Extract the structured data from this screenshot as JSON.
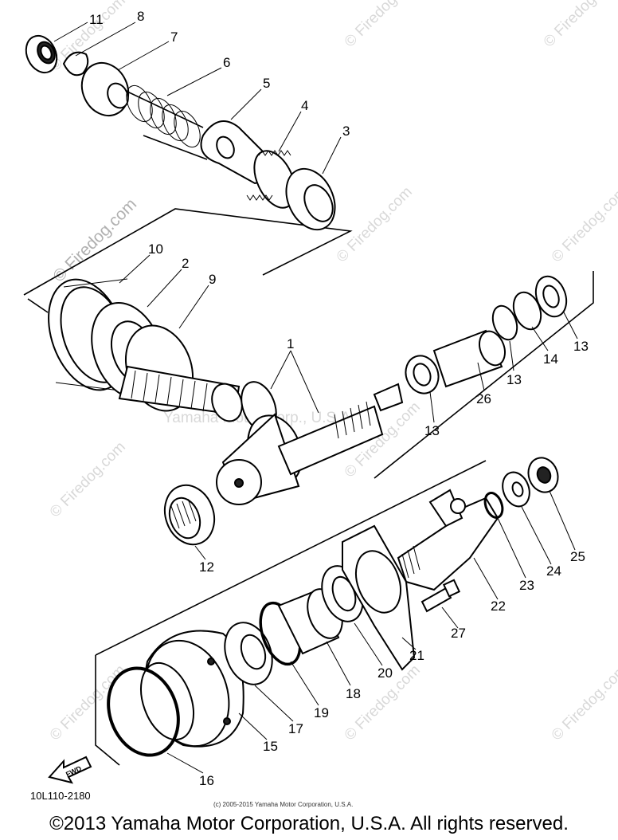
{
  "diagram": {
    "part_code": "10L110-2180",
    "small_credit": "(c) 2005-2015 Yamaha Motor Corporation, U.S.A.",
    "copyright": "©2013 Yamaha Motor Corporation, U.S.A. All rights reserved.",
    "watermark_text": "© Firedog.com",
    "watermark_tm": "Yamaha Motor Corp., U.S.A.",
    "fwd_label": "FWD",
    "callouts": [
      "11",
      "8",
      "7",
      "6",
      "5",
      "4",
      "3",
      "10",
      "2",
      "9",
      "1",
      "13",
      "14",
      "13",
      "13",
      "26",
      "12",
      "23",
      "24",
      "25",
      "22",
      "27",
      "21",
      "20",
      "18",
      "19",
      "17",
      "15",
      "16"
    ]
  }
}
